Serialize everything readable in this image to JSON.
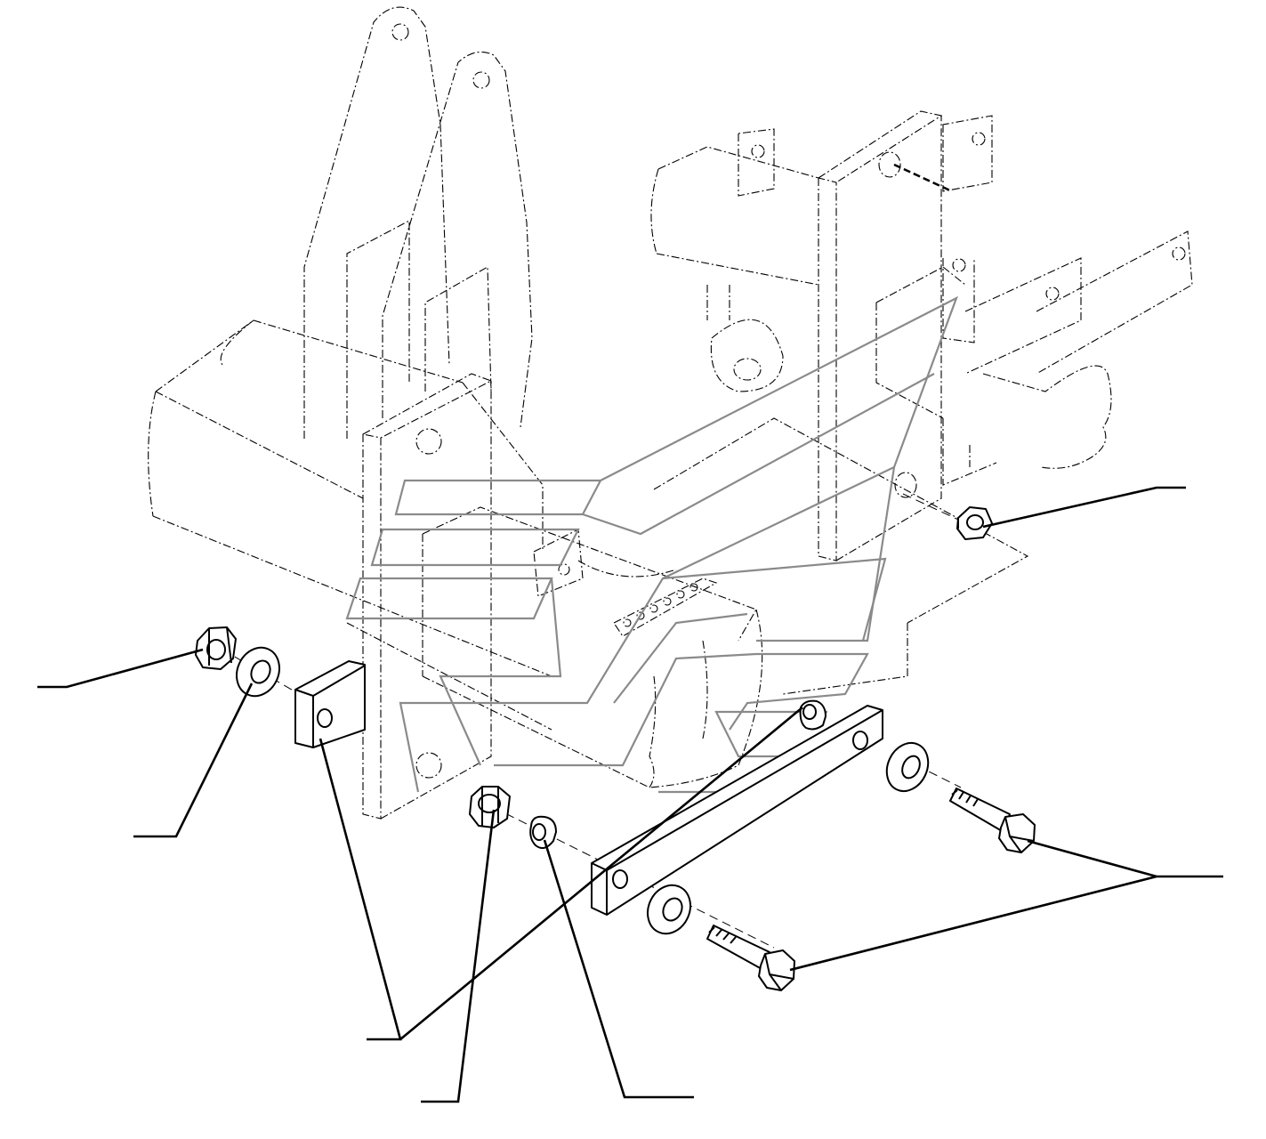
{
  "diagram": {
    "type": "exploded-parts-drawing",
    "callouts": [
      {
        "id": "nut-right"
      },
      {
        "id": "nut-left"
      },
      {
        "id": "washer-left"
      },
      {
        "id": "link-plates"
      },
      {
        "id": "bolts"
      },
      {
        "id": "nut-center"
      },
      {
        "id": "bushing"
      }
    ],
    "colors": {
      "line": "#000000",
      "watermark": "#8a8a8a",
      "background": "#ffffff"
    }
  }
}
